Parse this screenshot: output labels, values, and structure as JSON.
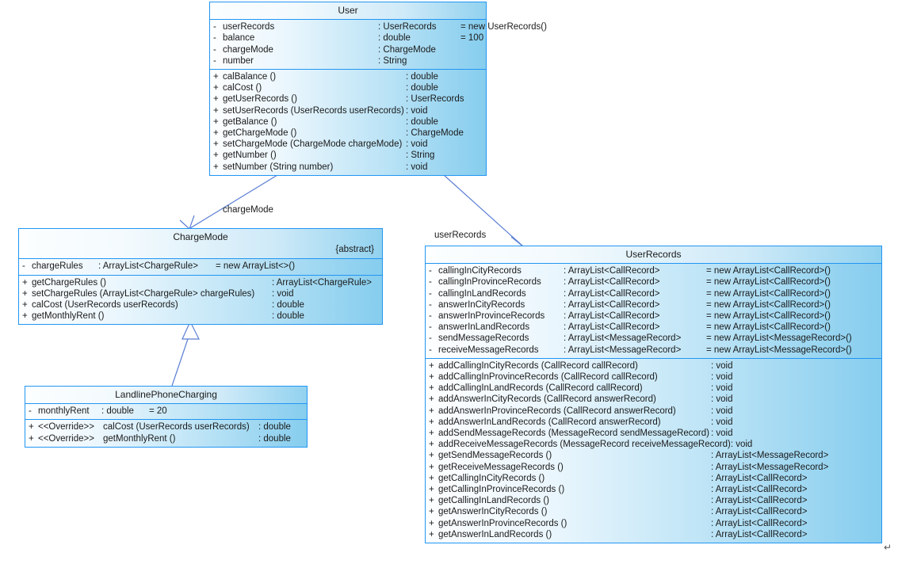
{
  "diagram": {
    "type": "uml-class-diagram",
    "classes": [
      {
        "id": "user",
        "name": "User",
        "abstract": false,
        "attributes": [
          {
            "vis": "-",
            "name": "userRecords",
            "type": ": UserRecords",
            "default": "= new UserRecords()"
          },
          {
            "vis": "-",
            "name": "balance",
            "type": ": double",
            "default": "= 100"
          },
          {
            "vis": "-",
            "name": "chargeMode",
            "type": ": ChargeMode",
            "default": ""
          },
          {
            "vis": "-",
            "name": "number",
            "type": ": String",
            "default": ""
          }
        ],
        "methods": [
          {
            "vis": "+",
            "name": "calBalance ()",
            "type": ": double"
          },
          {
            "vis": "+",
            "name": "calCost ()",
            "type": ": double"
          },
          {
            "vis": "+",
            "name": "getUserRecords ()",
            "type": ": UserRecords"
          },
          {
            "vis": "+",
            "name": "setUserRecords (UserRecords userRecords)",
            "type": ": void"
          },
          {
            "vis": "+",
            "name": "getBalance ()",
            "type": ": double"
          },
          {
            "vis": "+",
            "name": "getChargeMode ()",
            "type": ": ChargeMode"
          },
          {
            "vis": "+",
            "name": "setChargeMode (ChargeMode chargeMode)",
            "type": ": void"
          },
          {
            "vis": "+",
            "name": "getNumber ()",
            "type": ": String"
          },
          {
            "vis": "+",
            "name": "setNumber (String number)",
            "type": ": void"
          }
        ]
      },
      {
        "id": "chargemode",
        "name": "ChargeMode",
        "abstract": true,
        "abstract_tag": "{abstract}",
        "attributes": [
          {
            "vis": "-",
            "name": "chargeRules",
            "type": ": ArrayList<ChargeRule>",
            "default": "= new ArrayList<>()"
          }
        ],
        "methods": [
          {
            "vis": "+",
            "name": "getChargeRules ()",
            "type": ": ArrayList<ChargeRule>"
          },
          {
            "vis": "+",
            "name": "setChargeRules (ArrayList<ChargeRule> chargeRules)",
            "type": ": void"
          },
          {
            "vis": "+",
            "name": "calCost (UserRecords userRecords)",
            "type": ": double"
          },
          {
            "vis": "+",
            "name": "getMonthlyRent ()",
            "type": ": double"
          }
        ]
      },
      {
        "id": "landlinephonecharging",
        "name": "LandlinePhoneCharging",
        "abstract": false,
        "attributes": [
          {
            "vis": "-",
            "name": "monthlyRent",
            "type": ": double",
            "default": "= 20"
          }
        ],
        "methods": [
          {
            "vis": "+",
            "stereotype": "<<Override>>",
            "name": "calCost (UserRecords userRecords)",
            "type": ": double"
          },
          {
            "vis": "+",
            "stereotype": "<<Override>>",
            "name": "getMonthlyRent ()",
            "type": ": double"
          }
        ]
      },
      {
        "id": "userrecords",
        "name": "UserRecords",
        "abstract": false,
        "attributes": [
          {
            "vis": "-",
            "name": "callingInCityRecords",
            "type": ": ArrayList<CallRecord>",
            "default": "= new ArrayList<CallRecord>()"
          },
          {
            "vis": "-",
            "name": "callingInProvinceRecords",
            "type": ": ArrayList<CallRecord>",
            "default": "= new ArrayList<CallRecord>()"
          },
          {
            "vis": "-",
            "name": "callingInLandRecords",
            "type": ": ArrayList<CallRecord>",
            "default": "= new ArrayList<CallRecord>()"
          },
          {
            "vis": "-",
            "name": "answerInCityRecords",
            "type": ": ArrayList<CallRecord>",
            "default": "= new ArrayList<CallRecord>()"
          },
          {
            "vis": "-",
            "name": "answerInProvinceRecords",
            "type": ": ArrayList<CallRecord>",
            "default": "= new ArrayList<CallRecord>()"
          },
          {
            "vis": "-",
            "name": "answerInLandRecords",
            "type": ": ArrayList<CallRecord>",
            "default": "= new ArrayList<CallRecord>()"
          },
          {
            "vis": "-",
            "name": "sendMessageRecords",
            "type": ": ArrayList<MessageRecord>",
            "default": "= new ArrayList<MessageRecord>()"
          },
          {
            "vis": "-",
            "name": "receiveMessageRecords",
            "type": ": ArrayList<MessageRecord>",
            "default": "= new ArrayList<MessageRecord>()"
          }
        ],
        "methods": [
          {
            "vis": "+",
            "name": "addCallingInCityRecords (CallRecord callRecord)",
            "type": ": void"
          },
          {
            "vis": "+",
            "name": "addCallingInProvinceRecords (CallRecord callRecord)",
            "type": ": void"
          },
          {
            "vis": "+",
            "name": "addCallingInLandRecords (CallRecord callRecord)",
            "type": ": void"
          },
          {
            "vis": "+",
            "name": "addAnswerInCityRecords (CallRecord answerRecord)",
            "type": ": void"
          },
          {
            "vis": "+",
            "name": "addAnswerInProvinceRecords (CallRecord answerRecord)",
            "type": ": void"
          },
          {
            "vis": "+",
            "name": "addAnswerInLandRecords (CallRecord answerRecord)",
            "type": ": void"
          },
          {
            "vis": "+",
            "name": "addSendMessageRecords (MessageRecord sendMessageRecord)",
            "type": ": void"
          },
          {
            "vis": "+",
            "name": "addReceiveMessageRecords (MessageRecord receiveMessageRecord)",
            "type": ": void"
          },
          {
            "vis": "+",
            "name": "getSendMessageRecords ()",
            "type": ": ArrayList<MessageRecord>"
          },
          {
            "vis": "+",
            "name": "getReceiveMessageRecords ()",
            "type": ": ArrayList<MessageRecord>"
          },
          {
            "vis": "+",
            "name": "getCallingInCityRecords ()",
            "type": ": ArrayList<CallRecord>"
          },
          {
            "vis": "+",
            "name": "getCallingInProvinceRecords ()",
            "type": ": ArrayList<CallRecord>"
          },
          {
            "vis": "+",
            "name": "getCallingInLandRecords ()",
            "type": ": ArrayList<CallRecord>"
          },
          {
            "vis": "+",
            "name": "getAnswerInCityRecords ()",
            "type": ": ArrayList<CallRecord>"
          },
          {
            "vis": "+",
            "name": "getAnswerInProvinceRecords ()",
            "type": ": ArrayList<CallRecord>"
          },
          {
            "vis": "+",
            "name": "getAnswerInLandRecords ()",
            "type": ": ArrayList<CallRecord>"
          }
        ]
      }
    ],
    "relationships": [
      {
        "id": "rel-chargemode",
        "from": "User",
        "to": "ChargeMode",
        "kind": "association",
        "label": "chargeMode"
      },
      {
        "id": "rel-userrecords",
        "from": "User",
        "to": "UserRecords",
        "kind": "association",
        "label": "userRecords"
      },
      {
        "id": "rel-inherit",
        "from": "LandlinePhoneCharging",
        "to": "ChargeMode",
        "kind": "generalization",
        "label": ""
      }
    ],
    "marks": {
      "paragraph_mark": "↵"
    },
    "colors": {
      "border": "#2196f3",
      "fill_light": "#fdfeff",
      "fill_dark": "#86cdee",
      "connector": "#5b7fd4",
      "text": "#1a1a1a"
    }
  }
}
